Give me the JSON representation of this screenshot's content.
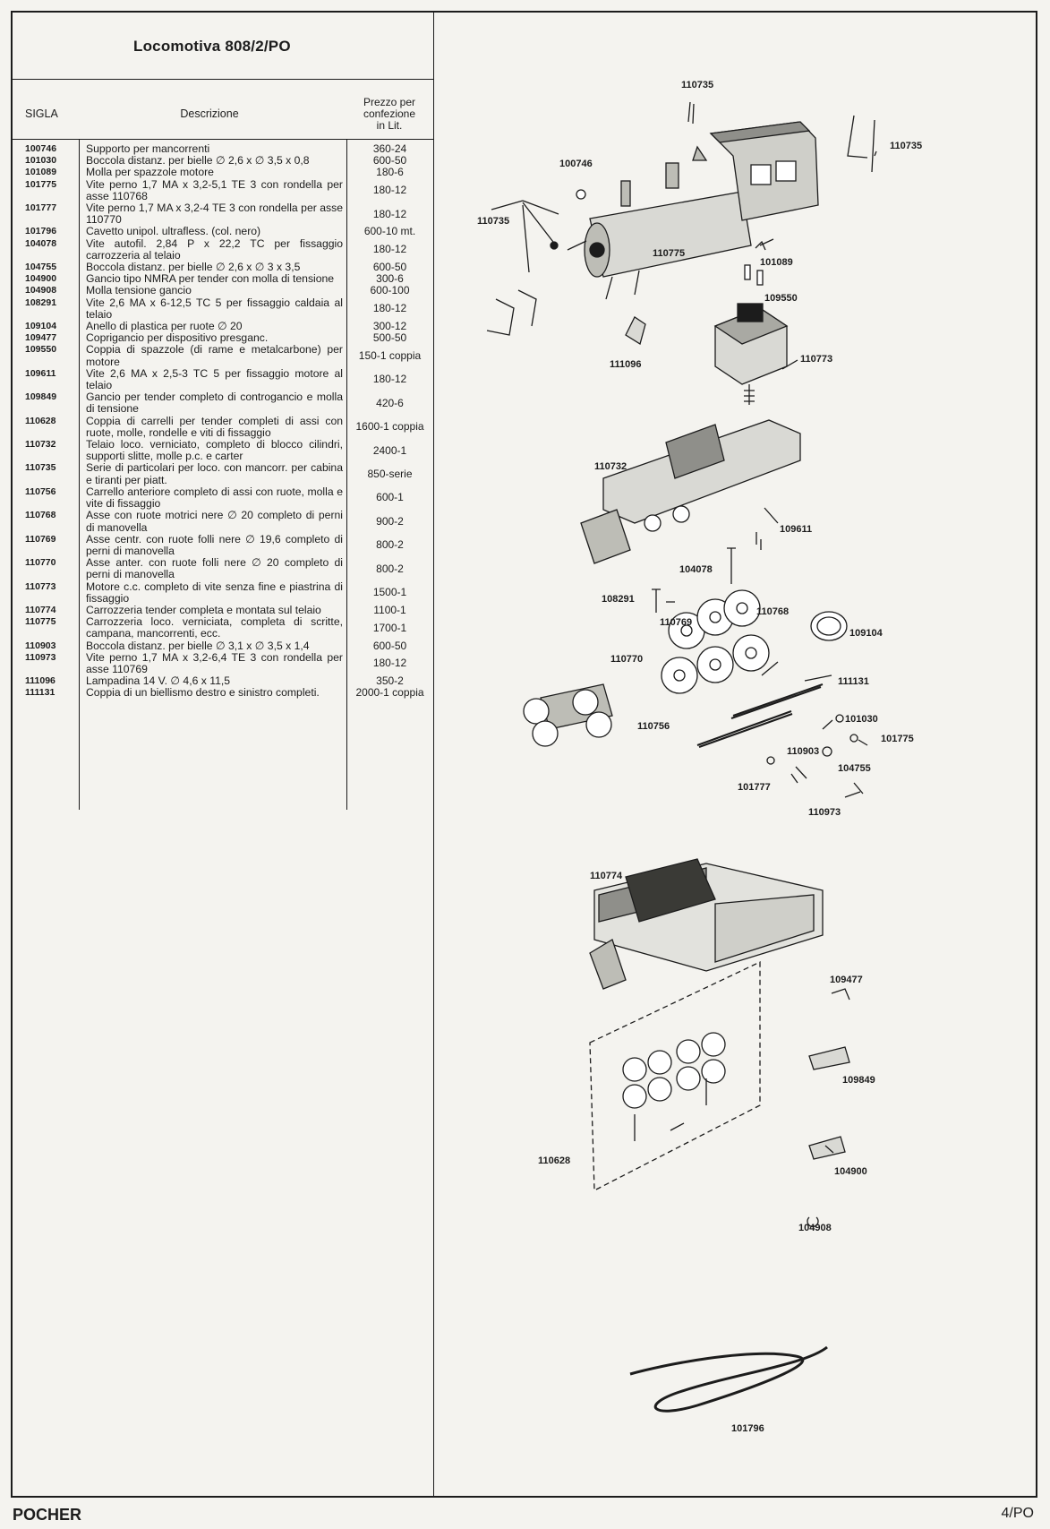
{
  "title": "Locomotiva 808/2/PO",
  "header": {
    "code": "SIGLA",
    "description": "Descrizione",
    "price_lines": [
      "Prezzo per",
      "confezione",
      "in Lit."
    ]
  },
  "rows": [
    {
      "code": "100746",
      "desc": "Supporto per mancorrenti",
      "price": "360-24"
    },
    {
      "code": "101030",
      "desc": "Boccola distanz. per bielle ∅ 2,6 x ∅ 3,5 x 0,8",
      "price": "600-50"
    },
    {
      "code": "101089",
      "desc": "Molla per spazzole motore",
      "price": "180-6"
    },
    {
      "code": "101775",
      "desc": "Vite perno 1,7 MA x 3,2-5,1 TE 3 con rondella per asse 110768",
      "price": "180-12"
    },
    {
      "code": "101777",
      "desc": "Vite perno 1,7 MA x 3,2-4 TE 3 con rondella per asse 110770",
      "price": "180-12"
    },
    {
      "code": "101796",
      "desc": "Cavetto unipol. ultrafless. (col. nero)",
      "price": "600-10 mt."
    },
    {
      "code": "104078",
      "desc": "Vite autofil. 2,84 P x 22,2 TC per fissaggio carrozzeria al telaio",
      "price": "180-12"
    },
    {
      "code": "104755",
      "desc": "Boccola distanz. per bielle ∅ 2,6 x ∅ 3 x 3,5",
      "price": "600-50"
    },
    {
      "code": "104900",
      "desc": "Gancio tipo NMRA per tender con molla di tensione",
      "price": "300-6"
    },
    {
      "code": "104908",
      "desc": "Molla tensione gancio",
      "price": "600-100"
    },
    {
      "code": "108291",
      "desc": "Vite 2,6 MA x 6-12,5 TC 5 per fissaggio caldaia al telaio",
      "price": "180-12"
    },
    {
      "code": "109104",
      "desc": "Anello di plastica per ruote ∅ 20",
      "price": "300-12"
    },
    {
      "code": "109477",
      "desc": "Coprigancio per dispositivo presganc.",
      "price": "500-50"
    },
    {
      "code": "109550",
      "desc": "Coppia di spazzole (di rame e metalcarbone) per motore",
      "price": "150-1 coppia"
    },
    {
      "code": "109611",
      "desc": "Vite 2,6 MA x 2,5-3 TC 5 per fissaggio motore al telaio",
      "price": "180-12"
    },
    {
      "code": "109849",
      "desc": "Gancio per tender completo di controgancio e molla di tensione",
      "price": "420-6"
    },
    {
      "code": "110628",
      "desc": "Coppia di carrelli per tender completi di assi con ruote, molle, rondelle e viti di fissaggio",
      "price": "1600-1 coppia"
    },
    {
      "code": "110732",
      "desc": "Telaio loco. verniciato, completo di blocco cilindri, supporti slitte, molle p.c. e carter",
      "price": "2400-1"
    },
    {
      "code": "110735",
      "desc": "Serie di particolari per loco. con mancorr. per cabina e tiranti per piatt.",
      "price": "850-serie"
    },
    {
      "code": "110756",
      "desc": "Carrello anteriore completo di assi con ruote, molla e vite di fissaggio",
      "price": "600-1"
    },
    {
      "code": "110768",
      "desc": "Asse con ruote motrici nere ∅ 20 completo di perni di manovella",
      "price": "900-2"
    },
    {
      "code": "110769",
      "desc": "Asse centr. con ruote folli nere ∅ 19,6 completo di perni di manovella",
      "price": "800-2"
    },
    {
      "code": "110770",
      "desc": "Asse anter. con ruote folli nere ∅ 20 completo di perni di manovella",
      "price": "800-2"
    },
    {
      "code": "110773",
      "desc": "Motore c.c. completo di vite senza fine e piastrina di fissaggio",
      "price": "1500-1"
    },
    {
      "code": "110774",
      "desc": "Carrozzeria tender completa e montata sul telaio",
      "price": "1100-1"
    },
    {
      "code": "110775",
      "desc": "Carrozzeria loco. verniciata, completa di scritte, campana, mancorrenti, ecc.",
      "price": "1700-1"
    },
    {
      "code": "110903",
      "desc": "Boccola distanz. per bielle ∅ 3,1 x ∅ 3,5 x 1,4",
      "price": "600-50"
    },
    {
      "code": "110973",
      "desc": "Vite perno 1,7 MA x 3,2-6,4 TE 3 con rondella per asse 110769",
      "price": "180-12"
    },
    {
      "code": "111096",
      "desc": "Lampadina 14 V. ∅ 4,6 x 11,5",
      "price": "350-2"
    },
    {
      "code": "111131",
      "desc": "Coppia di un biellismo destro e sinistro completi.",
      "price": "2000-1 coppia"
    }
  ],
  "diagram_labels": {
    "l110735_top": "110735",
    "l110735_right": "110735",
    "l110735_left": "110735",
    "l100746": "100746",
    "l110775": "110775",
    "l101089": "101089",
    "l109550": "109550",
    "l111096": "111096",
    "l110773": "110773",
    "l110732": "110732",
    "l109611": "109611",
    "l104078": "104078",
    "l108291": "108291",
    "l110769": "110769",
    "l110768": "110768",
    "l109104": "109104",
    "l110770": "110770",
    "l111131": "111131",
    "l110756": "110756",
    "l101030": "101030",
    "l110903": "110903",
    "l101775": "101775",
    "l104755": "104755",
    "l101777": "101777",
    "l110973": "110973",
    "l110774": "110774",
    "l109477": "109477",
    "l109849": "109849",
    "l110628": "110628",
    "l104900": "104900",
    "l104908": "104908",
    "l101796": "101796"
  },
  "footer": {
    "brand": "POCHER",
    "page": "4/PO"
  }
}
